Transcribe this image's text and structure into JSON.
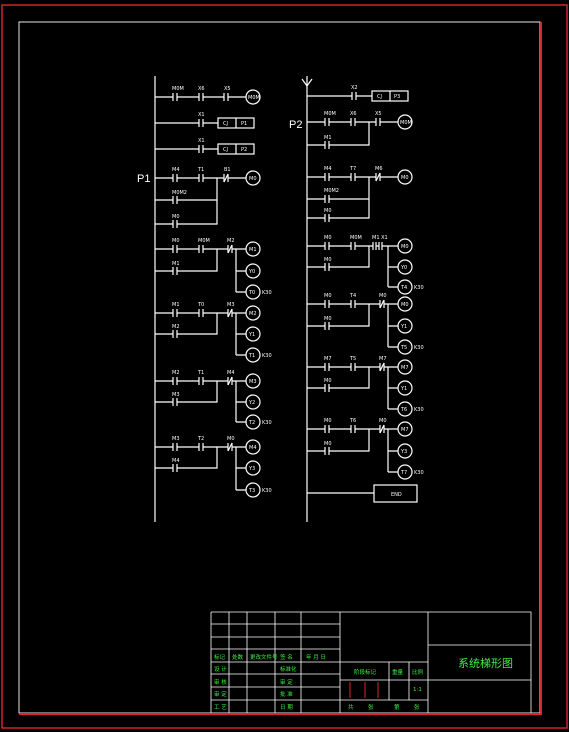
{
  "rungs_left": {
    "label": "P1",
    "r1": {
      "c1": "M0M",
      "c2": "X6",
      "c3": "X5",
      "out": "M0M"
    },
    "r2": {
      "c1": "X1",
      "f": "CJ",
      "p": "P1"
    },
    "r3": {
      "c1": "X1",
      "f": "CJ",
      "p": "P2"
    },
    "r4": {
      "c1": "M4",
      "c2": "T1",
      "c3": "B1",
      "out": "M0",
      "b1": "M0M2",
      "b2": "M0"
    },
    "r5": {
      "c1": "M0",
      "c2": "M0M",
      "c3": "M2",
      "o1": "M1",
      "o2": "Y0",
      "o3": "T0",
      "k": "K30",
      "b1": "M1"
    },
    "r6": {
      "c1": "M1",
      "c2": "T0",
      "c3": "M3",
      "o1": "M2",
      "o2": "Y1",
      "o3": "T1",
      "k": "K30",
      "b1": "M2"
    },
    "r7": {
      "c1": "M2",
      "c2": "T1",
      "c3": "M4",
      "o1": "M3",
      "o2": "Y2",
      "o3": "T2",
      "k": "K30",
      "b1": "M3"
    },
    "r8": {
      "c1": "M3",
      "c2": "T2",
      "c3": "M0",
      "o1": "M4",
      "o2": "Y3",
      "o3": "T3",
      "k": "K30",
      "b1": "M4"
    }
  },
  "rungs_right": {
    "label": "P2",
    "r1": {
      "c1": "X2",
      "f": "CJ",
      "p": "P3"
    },
    "r2": {
      "c1": "M0M",
      "c2": "X6",
      "c3": "X5",
      "out": "M0M"
    },
    "r3": {
      "c1": "M1"
    },
    "r4": {
      "c1": "M4",
      "c2": "T7",
      "c3": "M6",
      "out": "M0",
      "b1": "M0M2",
      "b2": "M0"
    },
    "r5": {
      "c1": "M0",
      "c2": "M0M",
      "c3": "M1 X1",
      "o1": "M0",
      "o2": "Y0",
      "o3": "T4",
      "k": "K30",
      "b1": "M0"
    },
    "r6": {
      "c1": "M0",
      "c2": "T4",
      "c3": "M0",
      "o1": "M0",
      "o2": "Y1",
      "o3": "T5",
      "k": "K30",
      "b1": "M0"
    },
    "r7": {
      "c1": "M7",
      "c2": "T5",
      "c3": "M7",
      "o1": "M7",
      "o2": "Y1",
      "o3": "T6",
      "k": "K30",
      "b1": "M0"
    },
    "r8": {
      "c1": "M0",
      "c2": "T6",
      "c3": "M0",
      "o1": "M7",
      "o2": "Y3",
      "o3": "T7",
      "k": "K30",
      "b1": "M0"
    },
    "end": "END"
  },
  "title_block": {
    "title": "系统梯形图",
    "row1": [
      "标记",
      "处数",
      "更改文件号",
      "签 名",
      "年 月 日"
    ],
    "left_labels": [
      "设 计",
      "审 核",
      "审 定",
      "工 艺"
    ],
    "mid_labels": [
      "标准化",
      "审 定",
      "批 准",
      "日 期"
    ],
    "stage_label": "阶段标记",
    "weight_label": "重量",
    "scale_label": "比例",
    "scale_value": "1:1",
    "sheet_labels": [
      "共",
      "张",
      "第",
      "张"
    ]
  }
}
